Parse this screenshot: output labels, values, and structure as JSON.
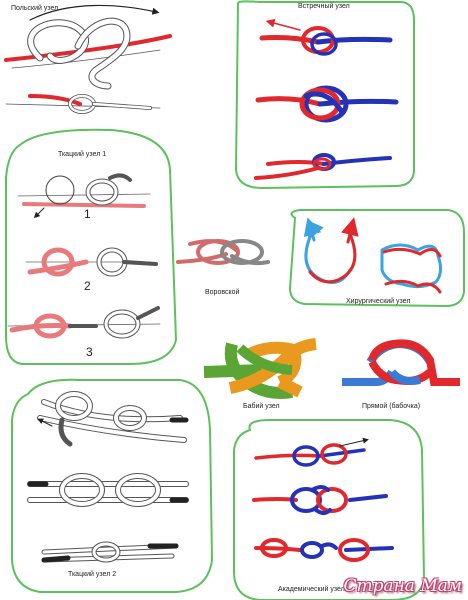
{
  "labels": {
    "polish": "Польский узел",
    "meeting": "Встречный узел",
    "weaver": "Ткацкий узел 1",
    "thief": "Воровской",
    "surgeon": "Хирургический узел",
    "granny": "Бабий узел",
    "reef": "Прямой (бабочка)",
    "weaver2": "Ткацкий узел 2",
    "academic": "Академический узел"
  },
  "numbers": {
    "one": "1",
    "two": "2",
    "three": "3"
  },
  "watermark": "Страна Мам",
  "colors": {
    "frame": "#5cc15c",
    "red": "#e0282d",
    "blue": "#2432b8",
    "orange": "#e99a1e",
    "green": "#5aa533",
    "lightblue": "#3aa3e0"
  }
}
